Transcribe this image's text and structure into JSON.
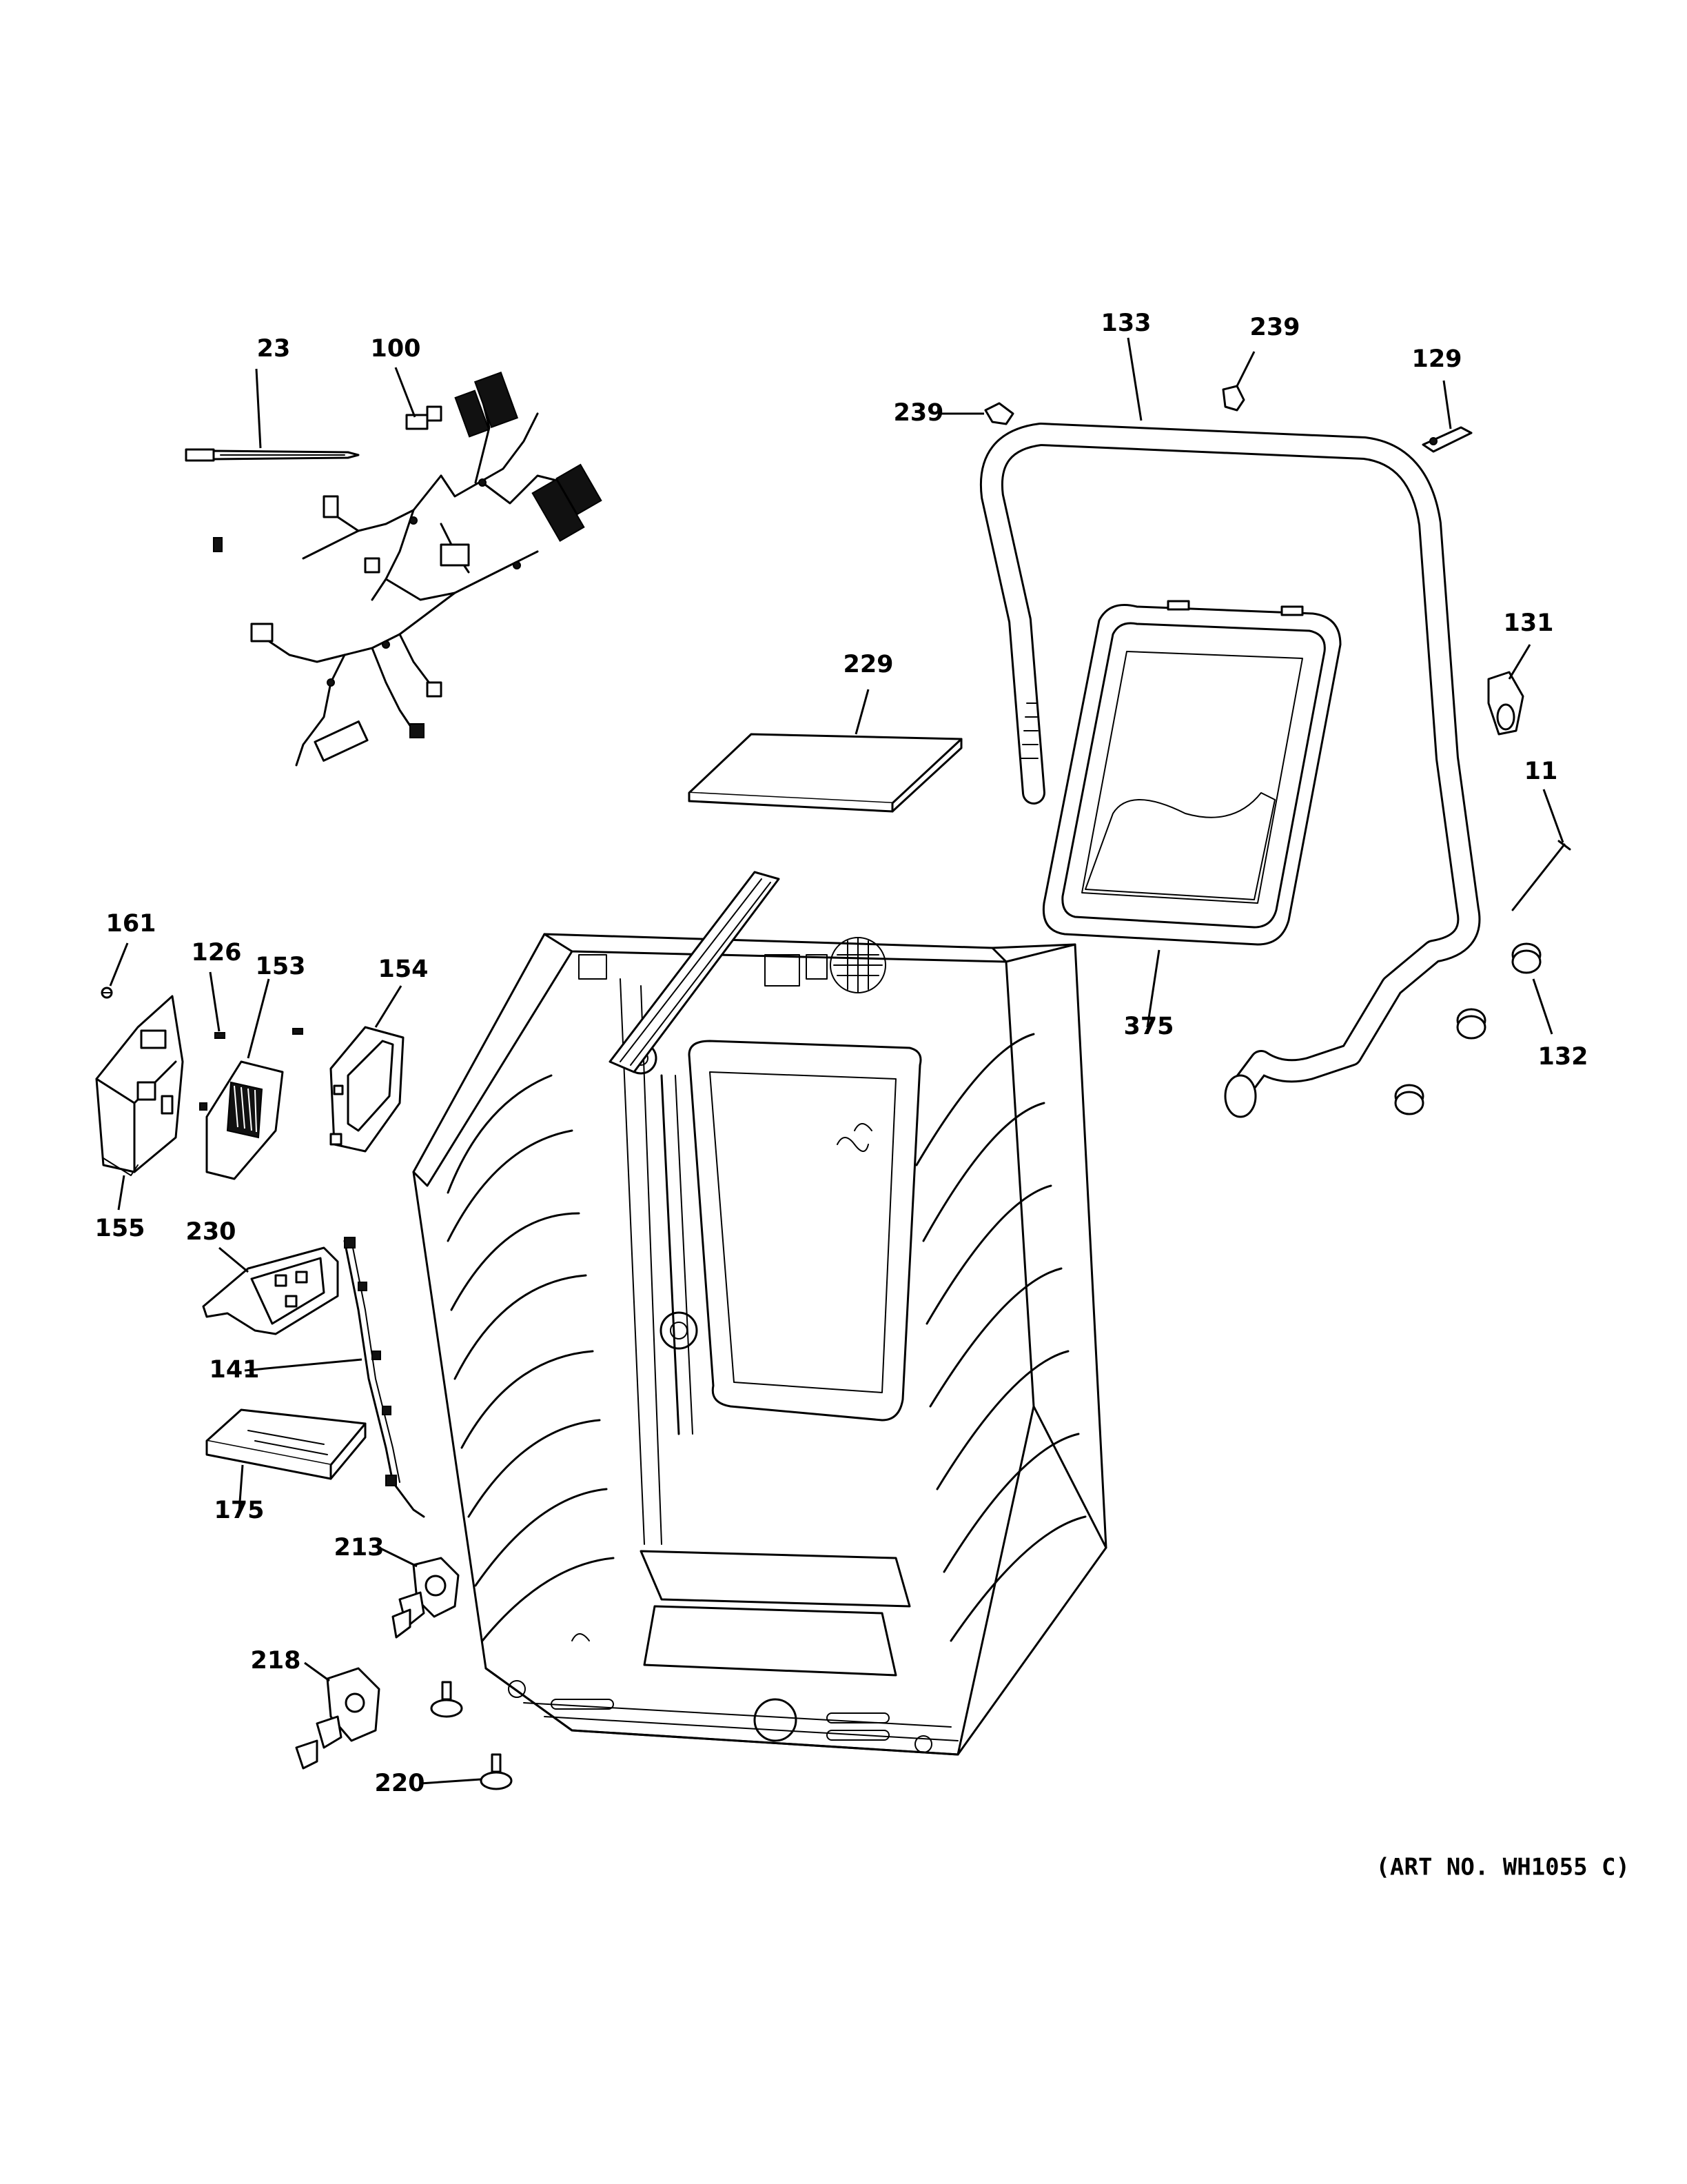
{
  "colors": {
    "line": "#000000",
    "background": "#ffffff"
  },
  "labels": [
    {
      "id": "23",
      "text": "23"
    },
    {
      "id": "100",
      "text": "100"
    },
    {
      "id": "133",
      "text": "133"
    },
    {
      "id": "239a",
      "text": "239"
    },
    {
      "id": "239b",
      "text": "239"
    },
    {
      "id": "129",
      "text": "129"
    },
    {
      "id": "131",
      "text": "131"
    },
    {
      "id": "229",
      "text": "229"
    },
    {
      "id": "11",
      "text": "11"
    },
    {
      "id": "161",
      "text": "161"
    },
    {
      "id": "126",
      "text": "126"
    },
    {
      "id": "153",
      "text": "153"
    },
    {
      "id": "154",
      "text": "154"
    },
    {
      "id": "375",
      "text": "375"
    },
    {
      "id": "132",
      "text": "132"
    },
    {
      "id": "155",
      "text": "155"
    },
    {
      "id": "230",
      "text": "230"
    },
    {
      "id": "141",
      "text": "141"
    },
    {
      "id": "175",
      "text": "175"
    },
    {
      "id": "213",
      "text": "213"
    },
    {
      "id": "218",
      "text": "218"
    },
    {
      "id": "220",
      "text": "220"
    }
  ],
  "art_number": "(ART NO. WH1055 C)"
}
